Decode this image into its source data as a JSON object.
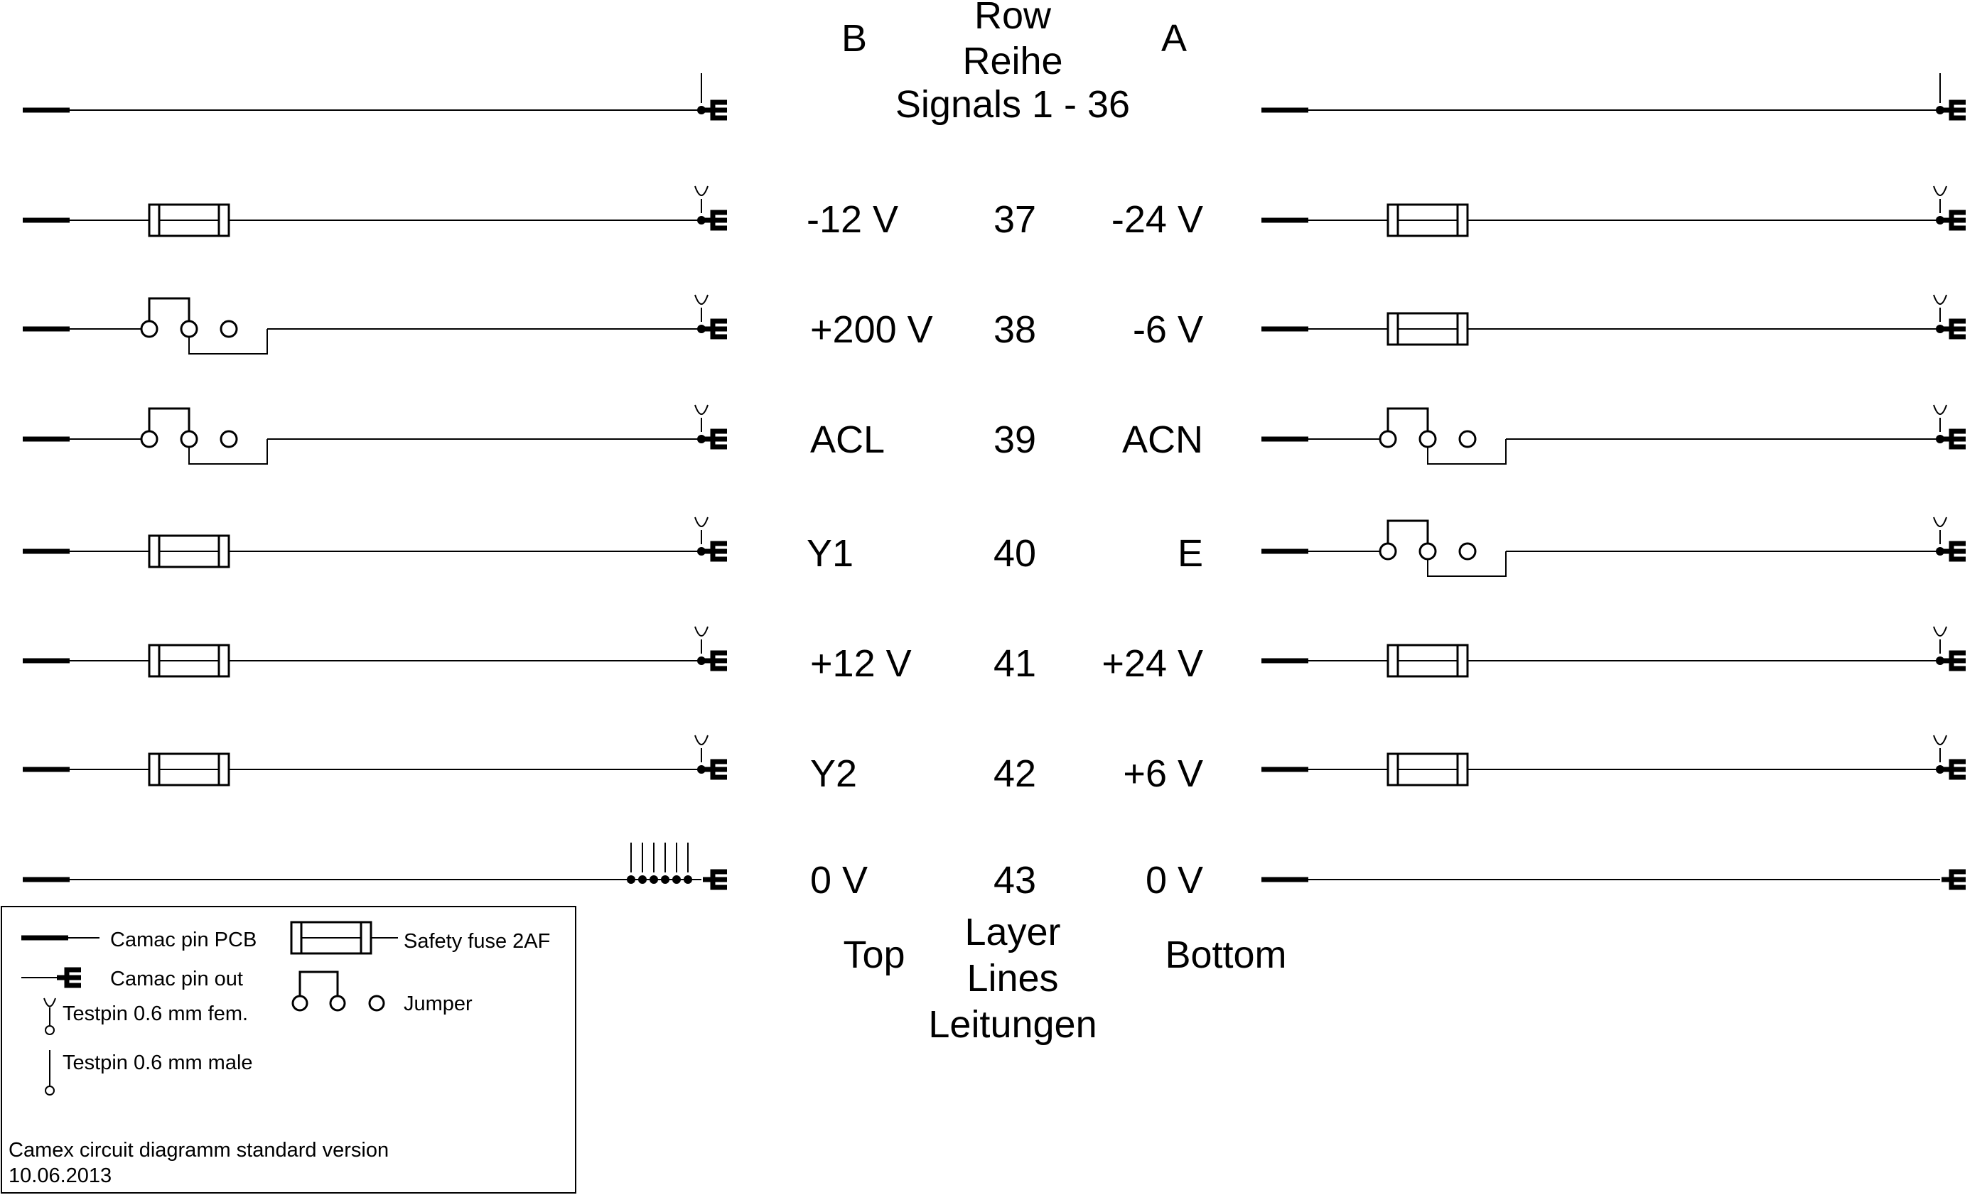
{
  "header": {
    "col_b": "B",
    "col_a": "A",
    "row_line1": "Row",
    "row_line2": "Reihe",
    "row_line3": "Signals 1 - 36"
  },
  "rows": [
    {
      "num": "37",
      "b_label": "-12 V",
      "a_label": "-24 V",
      "b_part": "fuse",
      "a_part": "fuse"
    },
    {
      "num": "38",
      "b_label": "+200 V",
      "a_label": "-6 V",
      "b_part": "jumper",
      "a_part": "fuse"
    },
    {
      "num": "39",
      "b_label": "ACL",
      "a_label": "ACN",
      "b_part": "jumper",
      "a_part": "jumper"
    },
    {
      "num": "40",
      "b_label": "Y1",
      "a_label": "E",
      "b_part": "fuse",
      "a_part": "jumper"
    },
    {
      "num": "41",
      "b_label": "+12 V",
      "a_label": "+24 V",
      "b_part": "fuse",
      "a_part": "fuse"
    },
    {
      "num": "42",
      "b_label": "Y2",
      "a_label": "+6 V",
      "b_part": "fuse",
      "a_part": "fuse"
    },
    {
      "num": "43",
      "b_label": "0 V",
      "a_label": "0 V",
      "b_part": "none",
      "a_part": "none"
    }
  ],
  "footer": {
    "top": "Top",
    "bottom": "Bottom",
    "layer_line1": "Layer",
    "layer_line2": "Lines",
    "layer_line3": "Leitungen"
  },
  "legend": {
    "camac_pcb": "Camac pin PCB",
    "safety_fuse": "Safety fuse 2AF",
    "camac_out": "Camac pin out",
    "jumper": "Jumper",
    "testpin_fem": "Testpin 0.6 mm fem.",
    "testpin_male": "Testpin 0.6 mm male",
    "title": "Camex circuit diagramm standard version",
    "date": "10.06.2013"
  }
}
